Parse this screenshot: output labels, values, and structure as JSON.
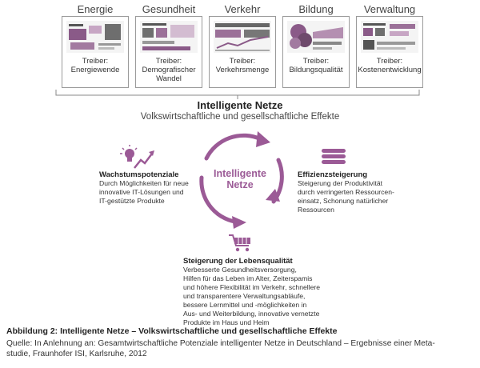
{
  "sectors": [
    {
      "name": "Energie",
      "driver": "Treiber:\nEnergiewende"
    },
    {
      "name": "Gesundheit",
      "driver": "Treiber:\nDemografischer\nWandel"
    },
    {
      "name": "Verkehr",
      "driver": "Treiber:\nVerkehrsmenge"
    },
    {
      "name": "Bildung",
      "driver": "Treiber:\nBildungsqualität"
    },
    {
      "name": "Verwaltung",
      "driver": "Treiber:\nKostenentwicklung"
    }
  ],
  "main": {
    "title": "Intelligente Netze",
    "subtitle": "Volkswirtschaftliche und gesellschaftliche Effekte"
  },
  "cycle": {
    "line1": "Intelligente",
    "line2": "Netze"
  },
  "effects": {
    "wachstum": {
      "title": "Wachstumspotenziale",
      "lines": [
        "Durch Möglichkeiten für neue",
        "innovative IT-Lösungen und",
        "IT-gestützte Produkte"
      ]
    },
    "effizienz": {
      "title": "Effizienzsteigerung",
      "lines": [
        "Steigerung der Produktivität",
        "durch verringerten Ressourcen-",
        "einsatz, Schonung natürlicher",
        "Ressourcen"
      ]
    },
    "lebensqualitaet": {
      "title": "Steigerung der Lebensqualität",
      "lines": [
        "Verbesserte Gesundheitsversorgung,",
        "Hilfen für das Leben im Alter, Zeiterspamis",
        "und höhere Flexibilität im Verkehr,  schnellere",
        "und transparentere Verwaltungsabläufe,",
        "bessere Lernmittel und -möglichkeiten in",
        "Aus- und Weiterbildung, innovative vernetzte",
        "Produkte im Haus und Heim"
      ]
    }
  },
  "caption": {
    "title": "Abbildung 2: Intelligente Netze – Volkswirtschaftliche und gesellschaftliche Effekte",
    "source_line1": "Quelle: In Anlehnung an: Gesamtwirtschaftliche Potenziale intelligenter Netze in Deutschland – Ergebnisse einer Meta-",
    "source_line2": "studie, Fraunhofer ISI, Karlsruhe, 2012"
  },
  "colors": {
    "accent": "#9b5a96",
    "accent_light": "#b884b3",
    "text": "#222222",
    "bracket": "#888888"
  },
  "icons": [
    "lightbulb-growth-icon",
    "stack-layers-icon",
    "shopping-cart-icon",
    "cycle-arrows-icon"
  ]
}
